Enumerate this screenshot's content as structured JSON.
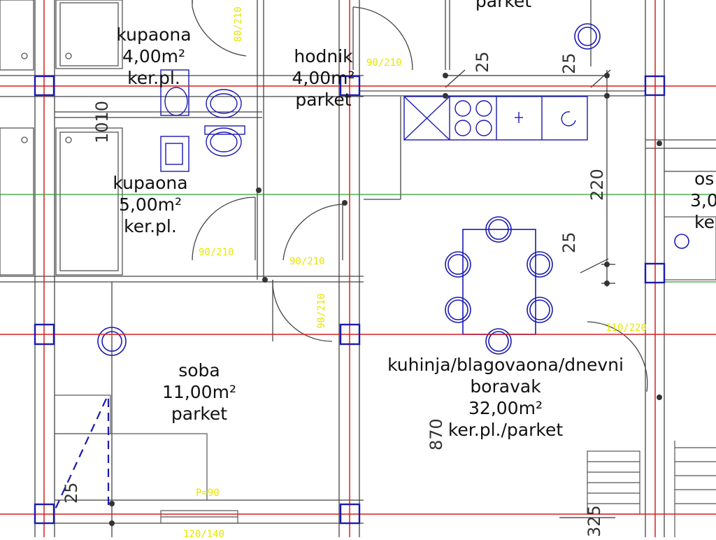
{
  "rooms": {
    "kupaona_top": {
      "name": "kupaona",
      "area": "4,00m²",
      "floor": "ker.pl."
    },
    "hodnik": {
      "name": "hodnik",
      "area": "4,00m²",
      "floor": "parket"
    },
    "kupaona_bottom": {
      "name": "kupaona",
      "area": "5,00m²",
      "floor": "ker.pl."
    },
    "soba": {
      "name": "soba",
      "area": "11,00m²",
      "floor": "parket"
    },
    "kuhinja": {
      "name": "kuhinja/blagovaona/dnevni",
      "name2": "boravak",
      "area": "32,00m²",
      "floor": "ker.pl./parket"
    },
    "top_room": {
      "floor": "parket"
    },
    "right_room": {
      "name": "os",
      "area": "3,0",
      "floor": "ke"
    }
  },
  "dimensions": {
    "d1010": "1010",
    "d25_a": "25",
    "d25_b": "25",
    "d220": "220",
    "d25_c": "25",
    "d870": "870",
    "d25_d": "25",
    "d325": "325"
  },
  "doors": {
    "d80_210": "80/210",
    "d90_210_top": "90/210",
    "d90_210_kup": "90/210",
    "d90_210_hod": "90/210",
    "d90_210_vert": "90/210",
    "d110_220": "110/220",
    "p90": "P=90",
    "d120": "120/140"
  },
  "colors": {
    "grid_red": "#d42020",
    "grid_green": "#2aa02a",
    "wall_blue": "#1a1ab0",
    "door_yellow": "#e6e600",
    "line_gray": "#555555"
  }
}
